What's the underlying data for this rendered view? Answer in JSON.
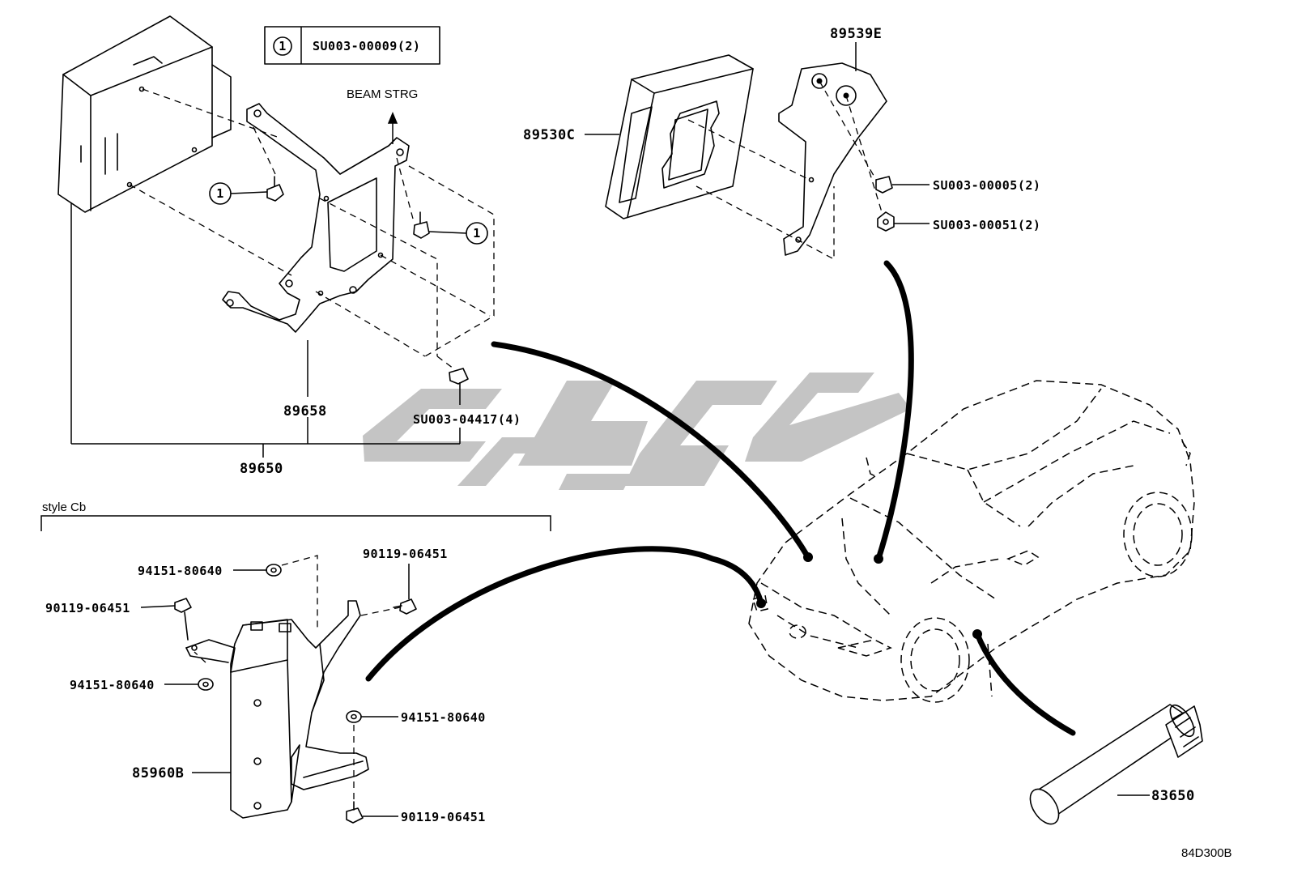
{
  "diagram": {
    "legend": {
      "symbol": "1",
      "code": "SU003-00009(2)"
    },
    "labels": {
      "beam_strg": "BEAM STRG",
      "p89539E": "89539E",
      "p89530C": "89530C",
      "su00005": "SU003-00005(2)",
      "su00051": "SU003-00051(2)",
      "p89658": "89658",
      "su04417": "SU003-04417(4)",
      "p89650": "89650",
      "style_cb": "style Cb",
      "p94151_a": "94151-80640",
      "p90119_a": "90119-06451",
      "p90119_b": "90119-06451",
      "p94151_b": "94151-80640",
      "p94151_c": "94151-80640",
      "p85960B": "85960B",
      "p90119_c": "90119-06451",
      "p83650": "83650",
      "drawing_code": "84D300B",
      "callout_1": "1"
    },
    "colors": {
      "line": "#000000",
      "watermark": "#c4c4c4",
      "background": "#ffffff"
    }
  }
}
